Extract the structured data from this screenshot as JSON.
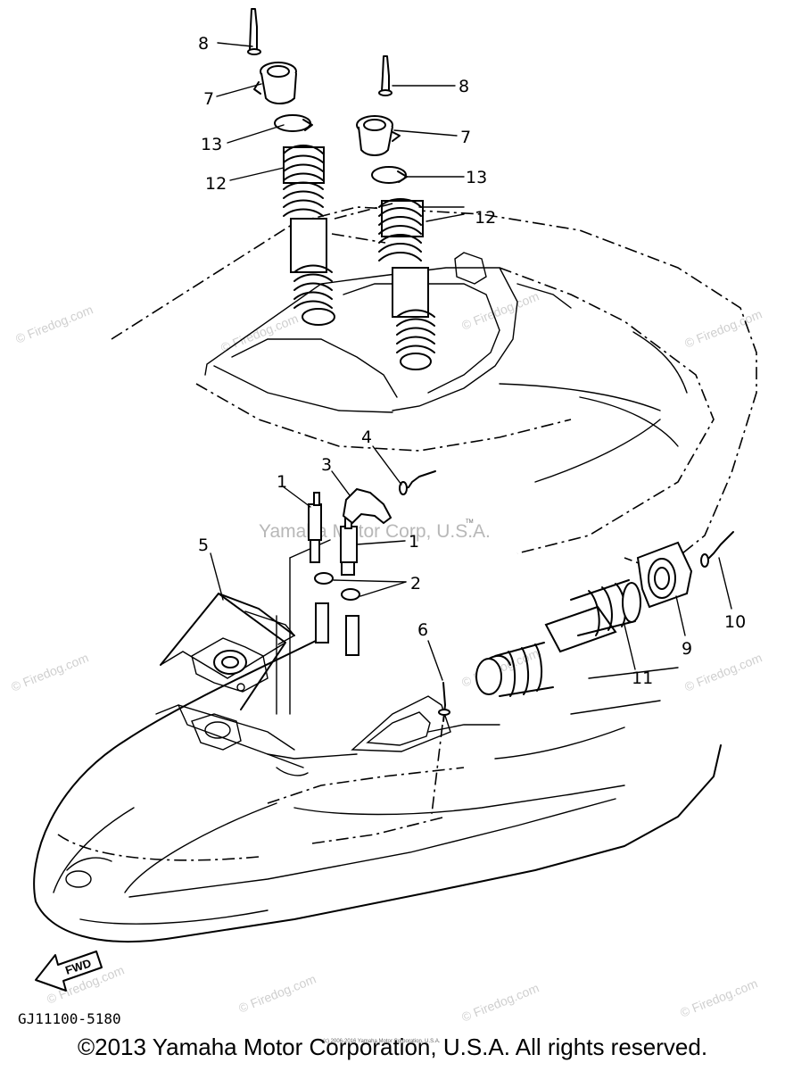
{
  "callouts": {
    "c1a": "1",
    "c1b": "1",
    "c2": "2",
    "c3": "3",
    "c4": "4",
    "c5": "5",
    "c6": "6",
    "c7a": "7",
    "c7b": "7",
    "c8a": "8",
    "c8b": "8",
    "c9": "9",
    "c10": "10",
    "c11": "11",
    "c12a": "12",
    "c12b": "12",
    "c13a": "13",
    "c13b": "13"
  },
  "watermark": {
    "center": "Yamaha Motor Corp, U.S.A.",
    "tm": "TM",
    "tile": "© Firedog.com"
  },
  "fwd_label": "FWD",
  "diagram_code": "GJ11100-5180",
  "tiny_notice": "(c) 2006-2016 Yamaha Motor Corporation, U.S.A.",
  "copyright": "©2013 Yamaha Motor Corporation, U.S.A. All rights reserved."
}
